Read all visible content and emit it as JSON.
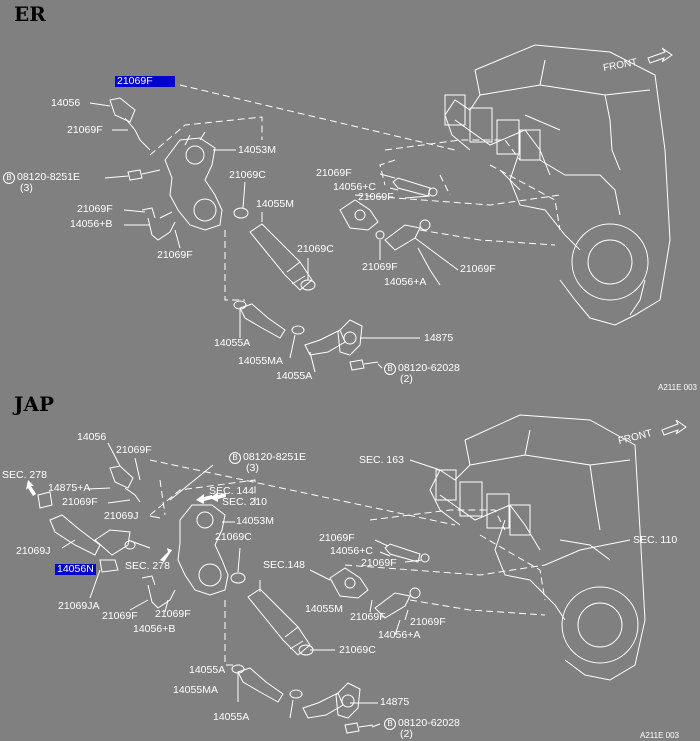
{
  "sections": {
    "er": {
      "title": "ER",
      "labels": {
        "p21069f_top": "21069F",
        "p14056": "14056",
        "p21069f_a": "21069F",
        "p14053m": "14053M",
        "bolt_08120_8251e": "08120-8251E",
        "qty_3": "(3)",
        "p21069c_a": "21069C",
        "p21069f_b": "21069F",
        "p14056b": "14056+B",
        "p14055m": "14055M",
        "p21069f_c": "21069F",
        "p21069c_b": "21069C",
        "p21069f_d": "21069F",
        "p14056c": "14056+C",
        "p21069f_e": "21069F",
        "p21069f_f": "21069F",
        "p21069f_g": "21069F",
        "p14056a": "14056+A",
        "p14055a_a": "14055A",
        "p14055ma": "14055MA",
        "p14055a_b": "14055A",
        "p14875": "14875",
        "bolt_08120_62028": "08120-62028",
        "qty_2": "(2)",
        "front": "FRONT"
      },
      "corner_code": "A211E 003"
    },
    "jap": {
      "title": "JAP",
      "labels": {
        "p14056": "14056",
        "p21069f_a": "21069F",
        "bolt_08120_8251e": "08120-8251E",
        "qty_3": "(3)",
        "sec163": "SEC. 163",
        "sec278_a": "SEC. 278",
        "p14875a": "14875+A",
        "sec144": "SEC. 144",
        "sec210": "SEC. 210",
        "p21069f_b": "21069F",
        "p21069j_a": "21069J",
        "p14053m": "14053M",
        "p21069j_b": "21069J",
        "p14056n": "14056N",
        "sec278_b": "SEC. 278",
        "p21069c_a": "21069C",
        "sec148": "SEC.148",
        "p21069f_c": "21069F",
        "p14056c": "14056+C",
        "p21069f_d": "21069F",
        "sec110": "SEC. 110",
        "p21069ja": "21069JA",
        "p21069f_e": "21069F",
        "p21069f_f": "21069F",
        "p14056b": "14056+B",
        "p14055m": "14055M",
        "p21069f_g": "21069F",
        "p21069f_h": "21069F",
        "p14056a": "14056+A",
        "p21069c_b": "21069C",
        "p14055a_a": "14055A",
        "p14055ma": "14055MA",
        "p14875": "14875",
        "p14055a_b": "14055A",
        "bolt_08120_62028": "08120-62028",
        "qty_2": "(2)",
        "front": "FRONT"
      },
      "corner_code": "A211E 003"
    }
  },
  "bolt_marker": "B",
  "colors": {
    "background": "#808080",
    "line": "#ffffff",
    "highlight": "#0000cc",
    "title": "#000000"
  }
}
